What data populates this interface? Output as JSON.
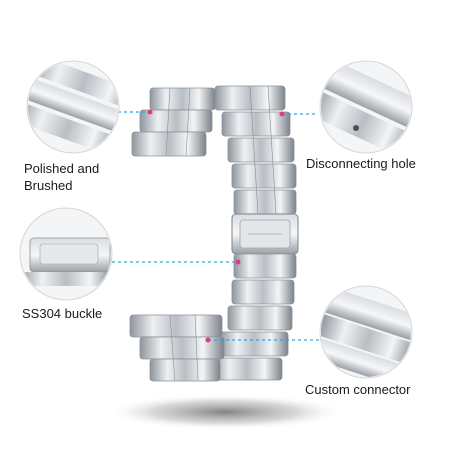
{
  "labels": {
    "polished": "Polished and Brushed",
    "disconnecting_hole": "Disconnecting hole",
    "buckle": "SS304 buckle",
    "connector": "Custom connector"
  },
  "colors": {
    "leader_line": "#27a9e1",
    "leader_dot": "#e23b86",
    "steel_light": "#e9ecef",
    "steel_mid": "#b7bcc2",
    "steel_dark": "#6f757c",
    "shadow": "#9a9a9a",
    "circle_border": "#d6d6d6"
  },
  "icons": {
    "callouts": [
      "polished-closeup-icon",
      "disconnecting-hole-closeup-icon",
      "buckle-closeup-icon",
      "connector-closeup-icon"
    ],
    "band": "metal-watch-band-icon"
  }
}
